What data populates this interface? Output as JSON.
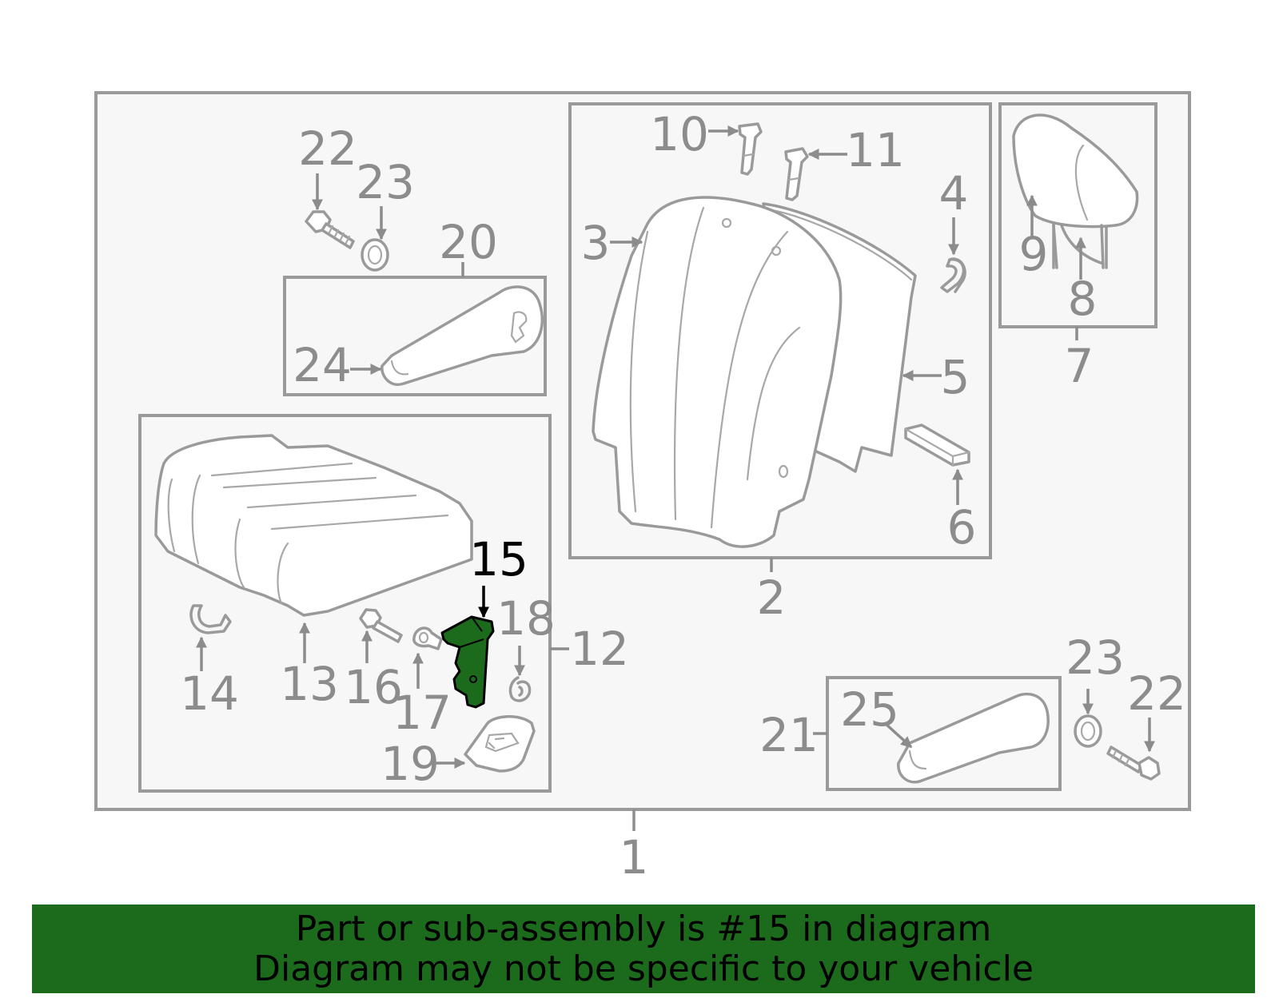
{
  "highlight": {
    "part_number": "15",
    "color": "#1c6b1c"
  },
  "callouts": {
    "c1": "1",
    "c2": "2",
    "c3": "3",
    "c4": "4",
    "c5": "5",
    "c6": "6",
    "c7": "7",
    "c8": "8",
    "c9": "9",
    "c10": "10",
    "c11": "11",
    "c12": "12",
    "c13": "13",
    "c14": "14",
    "c15": "15",
    "c16": "16",
    "c17": "17",
    "c18": "18",
    "c19": "19",
    "c20": "20",
    "c21": "21",
    "c22_top": "22",
    "c22_right": "22",
    "c23_top": "23",
    "c23_right": "23",
    "c24": "24",
    "c25": "25"
  },
  "banner": {
    "line1": "Part or sub-assembly is #15 in diagram",
    "line2": "Diagram may not be specific to your vehicle",
    "background": "#1c6b1c",
    "text_color": "#000000"
  }
}
